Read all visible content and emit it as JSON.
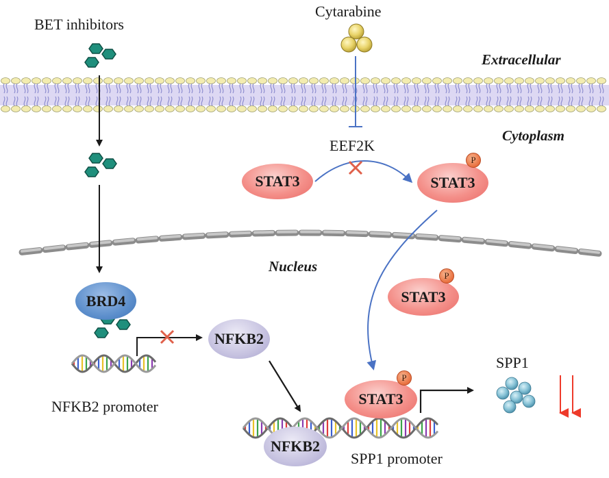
{
  "labels": {
    "bet_inhibitors": "BET inhibitors",
    "cytarabine": "Cytarabine",
    "extracellular": "Extracellular",
    "cytoplasm": "Cytoplasm",
    "nucleus": "Nucleus",
    "eef2k": "EEF2K",
    "stat3": "STAT3",
    "phospho": "P",
    "brd4": "BRD4",
    "nfkb2": "NFKB2",
    "nfkb2_promoter": "NFKB2 promoter",
    "spp1_promoter": "SPP1 promoter",
    "spp1": "SPP1"
  },
  "colors": {
    "stat3": "#f4908a",
    "nfkb2": "#c6c2e0",
    "brd4": "#5d8fcc",
    "membrane_head": "#f3ecb0",
    "membrane_band": "#c9c0ea",
    "inhibition_cross": "#e0604a",
    "pathway_arrow": "#4a72c4",
    "down_arrow": "#ee3a2a",
    "drug": "#1f8f7c",
    "spp1_sphere": "#79b9cf"
  },
  "icons": {
    "bet_drug": "hexagon-cluster-icon",
    "cytarabine": "sphere-cluster-icon",
    "dna": "dna-helix-icon",
    "spp1": "protein-cluster-icon",
    "blocked": "red-x-icon",
    "decrease": "double-down-arrow-icon"
  }
}
